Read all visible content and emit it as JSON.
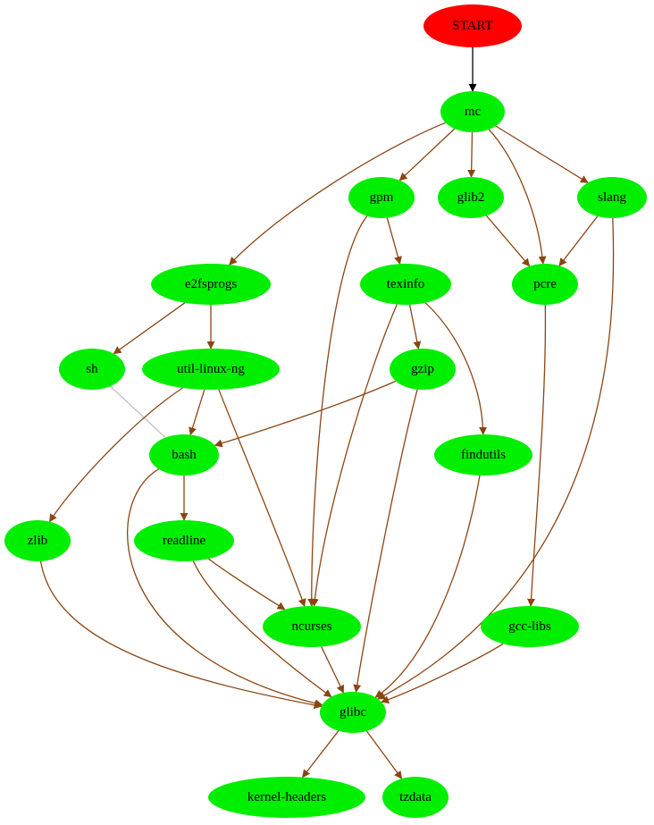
{
  "colors": {
    "start_fill": "#ff0000",
    "node_fill": "#00ee00",
    "edge_dependency": "#8b4513",
    "edge_start": "#000000",
    "edge_undirected": "#c0c0c0"
  },
  "nodes": [
    {
      "id": "START",
      "label": "START",
      "kind": "start"
    },
    {
      "id": "mc",
      "label": "mc",
      "kind": "package"
    },
    {
      "id": "gpm",
      "label": "gpm",
      "kind": "package"
    },
    {
      "id": "glib2",
      "label": "glib2",
      "kind": "package"
    },
    {
      "id": "slang",
      "label": "slang",
      "kind": "package"
    },
    {
      "id": "e2fsprogs",
      "label": "e2fsprogs",
      "kind": "package"
    },
    {
      "id": "texinfo",
      "label": "texinfo",
      "kind": "package"
    },
    {
      "id": "pcre",
      "label": "pcre",
      "kind": "package"
    },
    {
      "id": "sh",
      "label": "sh",
      "kind": "package"
    },
    {
      "id": "util-linux-ng",
      "label": "util-linux-ng",
      "kind": "package"
    },
    {
      "id": "gzip",
      "label": "gzip",
      "kind": "package"
    },
    {
      "id": "bash",
      "label": "bash",
      "kind": "package"
    },
    {
      "id": "findutils",
      "label": "findutils",
      "kind": "package"
    },
    {
      "id": "zlib",
      "label": "zlib",
      "kind": "package"
    },
    {
      "id": "readline",
      "label": "readline",
      "kind": "package"
    },
    {
      "id": "ncurses",
      "label": "ncurses",
      "kind": "package"
    },
    {
      "id": "gcc-libs",
      "label": "gcc-libs",
      "kind": "package"
    },
    {
      "id": "glibc",
      "label": "glibc",
      "kind": "package"
    },
    {
      "id": "kernel-headers",
      "label": "kernel-headers",
      "kind": "package"
    },
    {
      "id": "tzdata",
      "label": "tzdata",
      "kind": "package"
    }
  ],
  "edges": [
    {
      "from": "START",
      "to": "mc",
      "style": "start"
    },
    {
      "from": "mc",
      "to": "gpm",
      "style": "dependency"
    },
    {
      "from": "mc",
      "to": "glib2",
      "style": "dependency"
    },
    {
      "from": "mc",
      "to": "slang",
      "style": "dependency"
    },
    {
      "from": "mc",
      "to": "e2fsprogs",
      "style": "dependency"
    },
    {
      "from": "mc",
      "to": "pcre",
      "style": "dependency"
    },
    {
      "from": "glib2",
      "to": "pcre",
      "style": "dependency"
    },
    {
      "from": "slang",
      "to": "pcre",
      "style": "dependency"
    },
    {
      "from": "slang",
      "to": "glibc",
      "style": "dependency"
    },
    {
      "from": "gpm",
      "to": "texinfo",
      "style": "dependency"
    },
    {
      "from": "gpm",
      "to": "ncurses",
      "style": "dependency"
    },
    {
      "from": "e2fsprogs",
      "to": "sh",
      "style": "dependency"
    },
    {
      "from": "e2fsprogs",
      "to": "util-linux-ng",
      "style": "dependency"
    },
    {
      "from": "texinfo",
      "to": "gzip",
      "style": "dependency"
    },
    {
      "from": "texinfo",
      "to": "findutils",
      "style": "dependency"
    },
    {
      "from": "texinfo",
      "to": "ncurses",
      "style": "dependency"
    },
    {
      "from": "pcre",
      "to": "gcc-libs",
      "style": "dependency"
    },
    {
      "from": "sh",
      "to": "bash",
      "style": "undirected"
    },
    {
      "from": "util-linux-ng",
      "to": "bash",
      "style": "dependency"
    },
    {
      "from": "util-linux-ng",
      "to": "zlib",
      "style": "dependency"
    },
    {
      "from": "util-linux-ng",
      "to": "ncurses",
      "style": "dependency"
    },
    {
      "from": "gzip",
      "to": "bash",
      "style": "dependency"
    },
    {
      "from": "gzip",
      "to": "glibc",
      "style": "dependency"
    },
    {
      "from": "bash",
      "to": "readline",
      "style": "dependency"
    },
    {
      "from": "bash",
      "to": "glibc",
      "style": "dependency"
    },
    {
      "from": "findutils",
      "to": "glibc",
      "style": "dependency"
    },
    {
      "from": "zlib",
      "to": "glibc",
      "style": "dependency"
    },
    {
      "from": "readline",
      "to": "ncurses",
      "style": "dependency"
    },
    {
      "from": "readline",
      "to": "glibc",
      "style": "dependency"
    },
    {
      "from": "ncurses",
      "to": "glibc",
      "style": "dependency"
    },
    {
      "from": "gcc-libs",
      "to": "glibc",
      "style": "dependency"
    },
    {
      "from": "glibc",
      "to": "kernel-headers",
      "style": "dependency"
    },
    {
      "from": "glibc",
      "to": "tzdata",
      "style": "dependency"
    }
  ]
}
